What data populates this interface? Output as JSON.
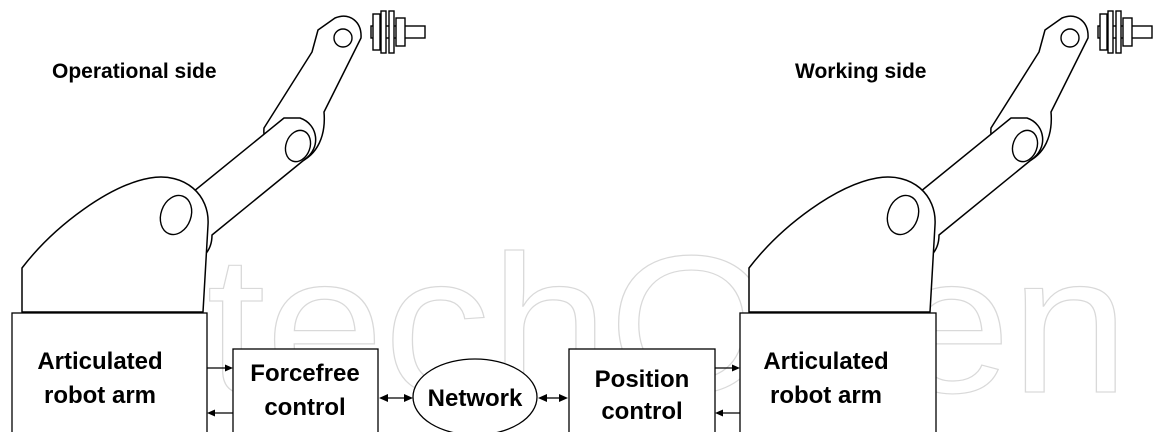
{
  "watermark": "IntechOpen",
  "operational_side": {
    "title": "Operational side",
    "arm_box_line1": "Articulated",
    "arm_box_line2": "robot arm",
    "control_line1": "Forcefree",
    "control_line2": "control"
  },
  "network": {
    "label": "Network"
  },
  "working_side": {
    "title": "Working side",
    "arm_box_line1": "Articulated",
    "arm_box_line2": "robot arm",
    "control_line1": "Position",
    "control_line2": "control"
  }
}
